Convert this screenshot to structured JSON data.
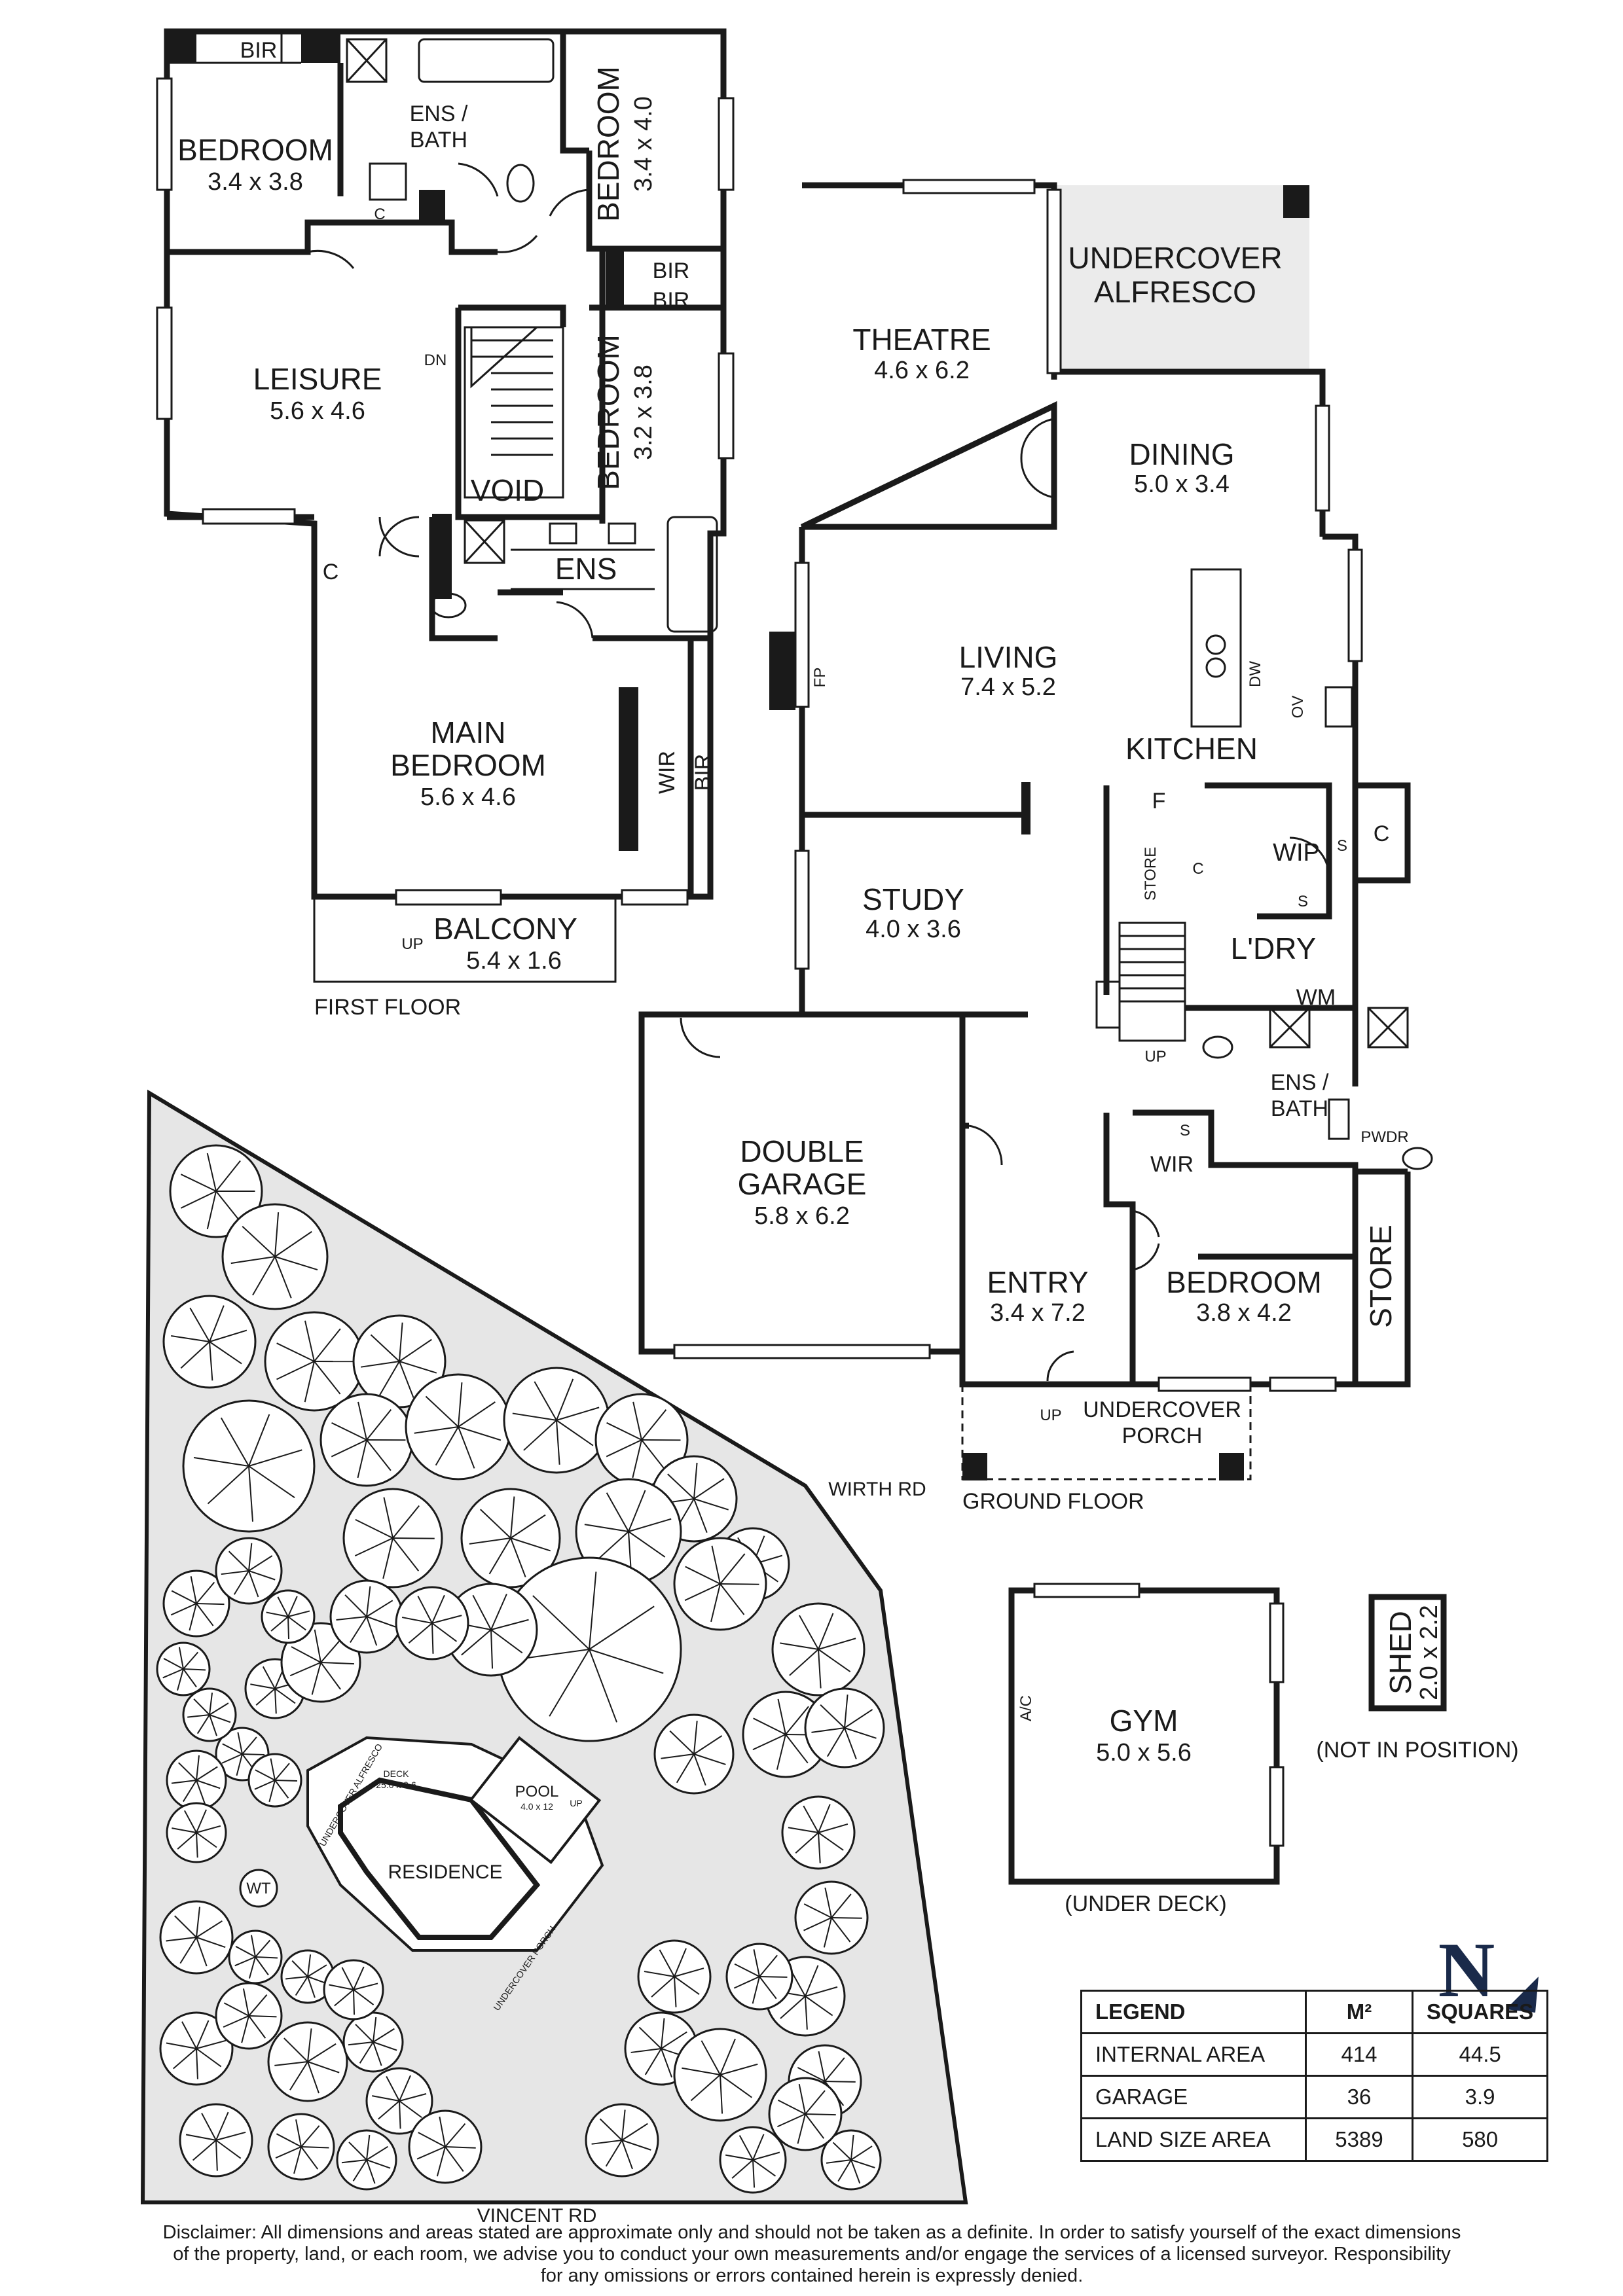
{
  "first_floor": {
    "label": "FIRST FLOOR",
    "rooms": [
      {
        "name": "BEDROOM",
        "dims": "3.4 x 3.8"
      },
      {
        "name": "ENS / BATH",
        "dims": ""
      },
      {
        "name": "BEDROOM",
        "dims": "3.4 x 4.0"
      },
      {
        "name": "LEISURE",
        "dims": "5.6 x 4.6"
      },
      {
        "name": "BEDROOM",
        "dims": "3.2 x 3.8"
      },
      {
        "name": "VOID",
        "dims": ""
      },
      {
        "name": "ENS",
        "dims": ""
      },
      {
        "name": "MAIN BEDROOM",
        "dims": "5.6 x 4.6"
      },
      {
        "name": "BALCONY",
        "dims": "5.4 x 1.6"
      }
    ],
    "fixtures": {
      "bir": "BIR",
      "c": "C",
      "wir": "WIR",
      "dn": "DN",
      "up": "UP"
    }
  },
  "ground_floor": {
    "label": "GROUND FLOOR",
    "rooms": [
      {
        "name": "THEATRE",
        "dims": "4.6 x 6.2"
      },
      {
        "name": "UNDERCOVER ALFRESCO",
        "dims": ""
      },
      {
        "name": "DINING",
        "dims": "5.0 x 3.4"
      },
      {
        "name": "LIVING",
        "dims": "7.4 x 5.2"
      },
      {
        "name": "KITCHEN",
        "dims": ""
      },
      {
        "name": "STUDY",
        "dims": "4.0 x 3.6"
      },
      {
        "name": "DOUBLE GARAGE",
        "dims": "5.8 x 6.2"
      },
      {
        "name": "ENTRY",
        "dims": "3.4 x 7.2"
      },
      {
        "name": "BEDROOM",
        "dims": "3.8 x 4.2"
      },
      {
        "name": "UNDERCOVER PORCH",
        "dims": ""
      }
    ],
    "fixtures": {
      "fp": "FP",
      "dw": "DW",
      "ov": "OV",
      "f": "F",
      "wip": "WIP",
      "s": "S",
      "c": "C",
      "store": "STORE",
      "ldry": "L'DRY",
      "wm": "WM",
      "ens_bath": "ENS / BATH",
      "pwdr": "PWDR",
      "wir": "WIR",
      "up": "UP"
    }
  },
  "outbuildings": {
    "gym": {
      "name": "GYM",
      "dims": "5.0 x 5.6",
      "note": "(UNDER DECK)",
      "ac": "A/C"
    },
    "shed": {
      "name": "SHED",
      "dims": "2.0 x 2.2",
      "note": "(NOT IN POSITION)"
    }
  },
  "site": {
    "roads": [
      "WIRTH RD",
      "VINCENT RD"
    ],
    "residence": "RESIDENCE",
    "deck": "DECK",
    "deck_dims": "25.0 x 9.6",
    "pool": "POOL",
    "pool_dims": "4.0 x 12",
    "alfresco": "UNDERCOVER ALFRESCO",
    "porch": "UNDERCOVER PORCH",
    "water_tank": "WT",
    "up": "UP"
  },
  "north": "N",
  "colors": {
    "line": "#1a1a1a",
    "land": "#e6e6e6",
    "alfresco": "#ebebeb"
  },
  "legend": {
    "headers": [
      "LEGEND",
      "M²",
      "SQUARES"
    ],
    "rows": [
      [
        "INTERNAL AREA",
        "414",
        "44.5"
      ],
      [
        "GARAGE",
        "36",
        "3.9"
      ],
      [
        "LAND SIZE AREA",
        "5389",
        "580"
      ]
    ]
  },
  "disclaimer": [
    "Disclaimer: All dimensions and areas stated are approximate only and should not be taken as a definite. In order to satisfy yourself of the exact dimensions",
    "of the property, land, or each room, we advise you to conduct your own measurements and/or engage the services of a licensed surveyor. Responsibility",
    "for any omissions or errors contained herein is expressly denied."
  ]
}
